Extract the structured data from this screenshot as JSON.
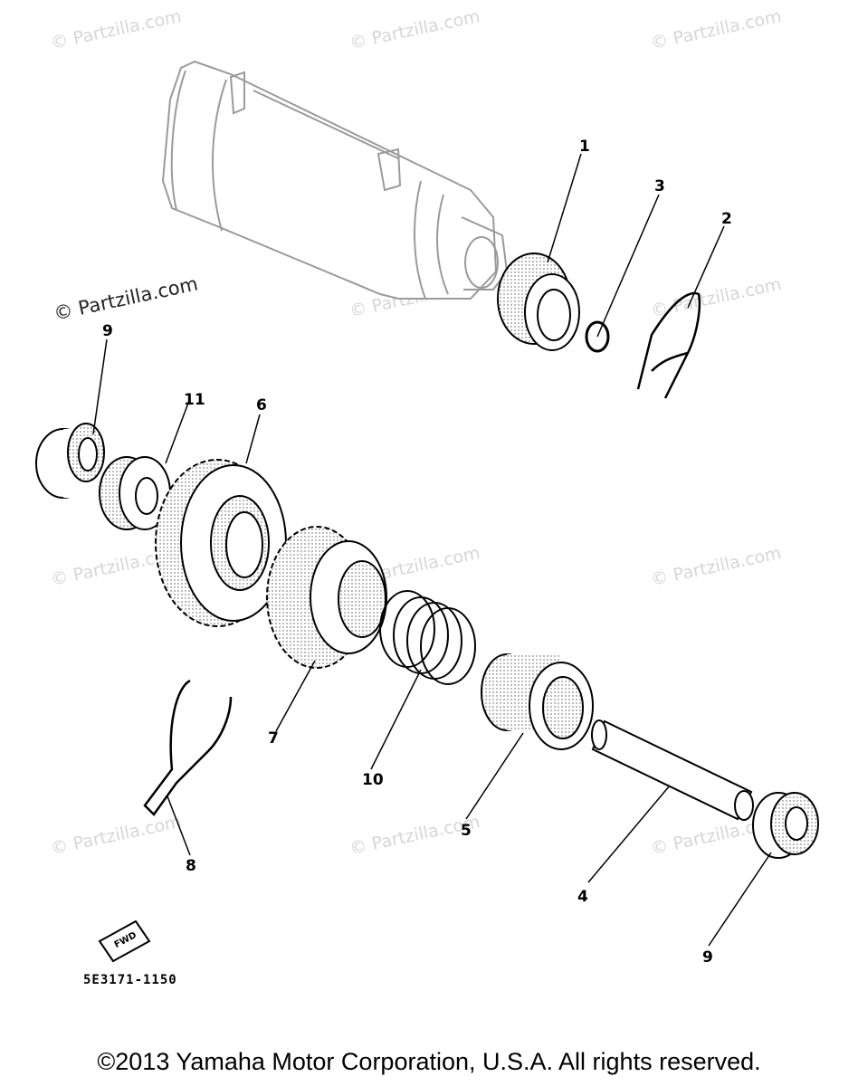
{
  "watermarks": [
    "© Partzilla.com",
    "© Partzilla.com",
    "© Partzilla.com",
    "© Partzilla.com",
    "© Partzilla.com",
    "© Partzilla.com",
    "© Partzilla.com",
    "© Partzilla.com",
    "© Partzilla.com",
    "© Partzilla.com",
    "© Partzilla.com",
    "© Partzilla.com"
  ],
  "callouts": [
    "1",
    "2",
    "3",
    "4",
    "5",
    "6",
    "7",
    "8",
    "9",
    "9",
    "10",
    "11"
  ],
  "fwd_label": "FWD",
  "part_code": "5E3171-1150",
  "copyright": "©2013 Yamaha Motor Corporation, U.S.A. All rights reserved."
}
